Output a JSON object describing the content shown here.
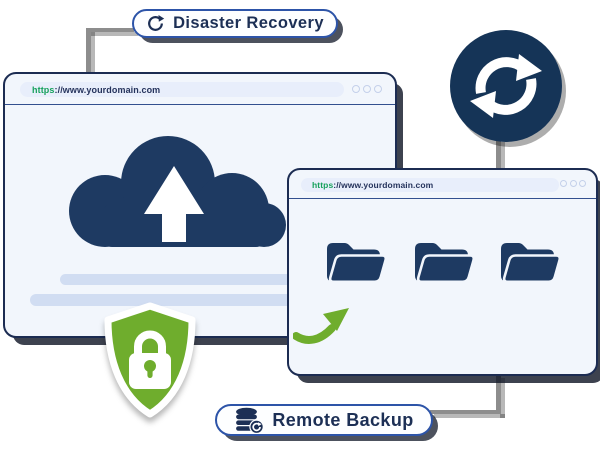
{
  "labels": {
    "disaster_recovery": "Disaster Recovery",
    "remote_backup": "Remote Backup"
  },
  "windows": {
    "primary": {
      "url_scheme": "https",
      "url_rest": "://www.yourdomain.com"
    },
    "secondary": {
      "url_scheme": "https",
      "url_rest": "://www.yourdomain.com"
    }
  },
  "icons": {
    "disaster_recovery_icon": "refresh-icon",
    "remote_backup_icon": "database-backup-icon",
    "badge": "sync-icon",
    "window_primary": "cloud-upload-icon",
    "window_secondary": "folder-icons",
    "security": "shield-lock-icon",
    "transfer": "green-curved-arrow-icon"
  },
  "colors": {
    "navy": "#1e3a62",
    "badge_navy": "#153457",
    "window_border": "#1c2c52",
    "label_border": "#2d54a8",
    "label_text": "#1c2f55",
    "green": "#6fad2d",
    "url_green": "#16a05c",
    "url_text": "#25335c",
    "bar_fill": "#d1ddf2",
    "window_bg": "#f2f6fc",
    "pill_bg": "#e8eefb",
    "connector": "#8d8d8d"
  }
}
